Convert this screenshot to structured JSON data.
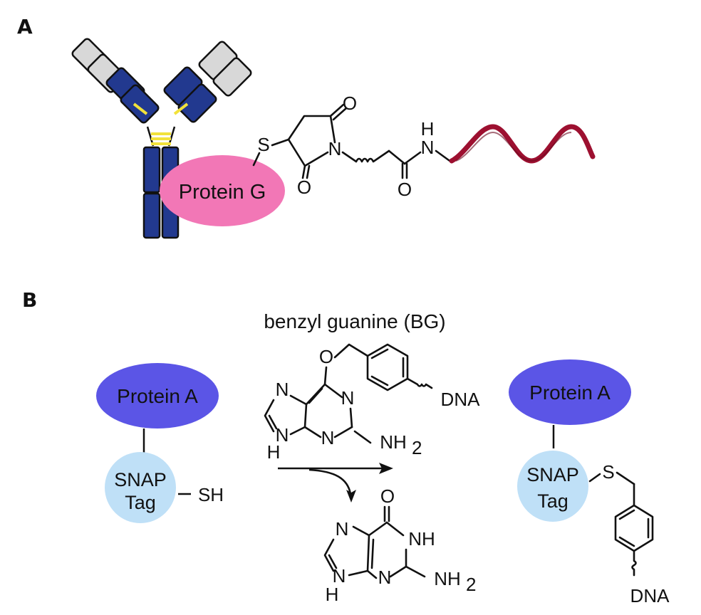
{
  "panels": {
    "a": {
      "letter": "A"
    },
    "b": {
      "letter": "B"
    }
  },
  "labels": {
    "protein_g": "Protein G",
    "protein_a_left": "Protein A",
    "protein_a_right": "Protein A",
    "snap_line1": "SNAP",
    "snap_line2": "Tag",
    "snap_right_line1": "SNAP",
    "snap_right_line2": "Tag",
    "bg_title": "benzyl guanine (BG)"
  },
  "atoms": {
    "S": "S",
    "O": "O",
    "N": "N",
    "H": "H",
    "SH": "SH",
    "NH": "NH",
    "NH2": "NH",
    "sub2": "2",
    "DNA": "DNA"
  },
  "colors": {
    "antibody_heavy": "#22398f",
    "antibody_light": "#d8d8d8",
    "disulfide": "#f2e23a",
    "protein_g": "#f277b6",
    "protein_a": "#5b55e6",
    "snap_tag": "#bfe0f7",
    "dna_helix": "#9d1030"
  }
}
